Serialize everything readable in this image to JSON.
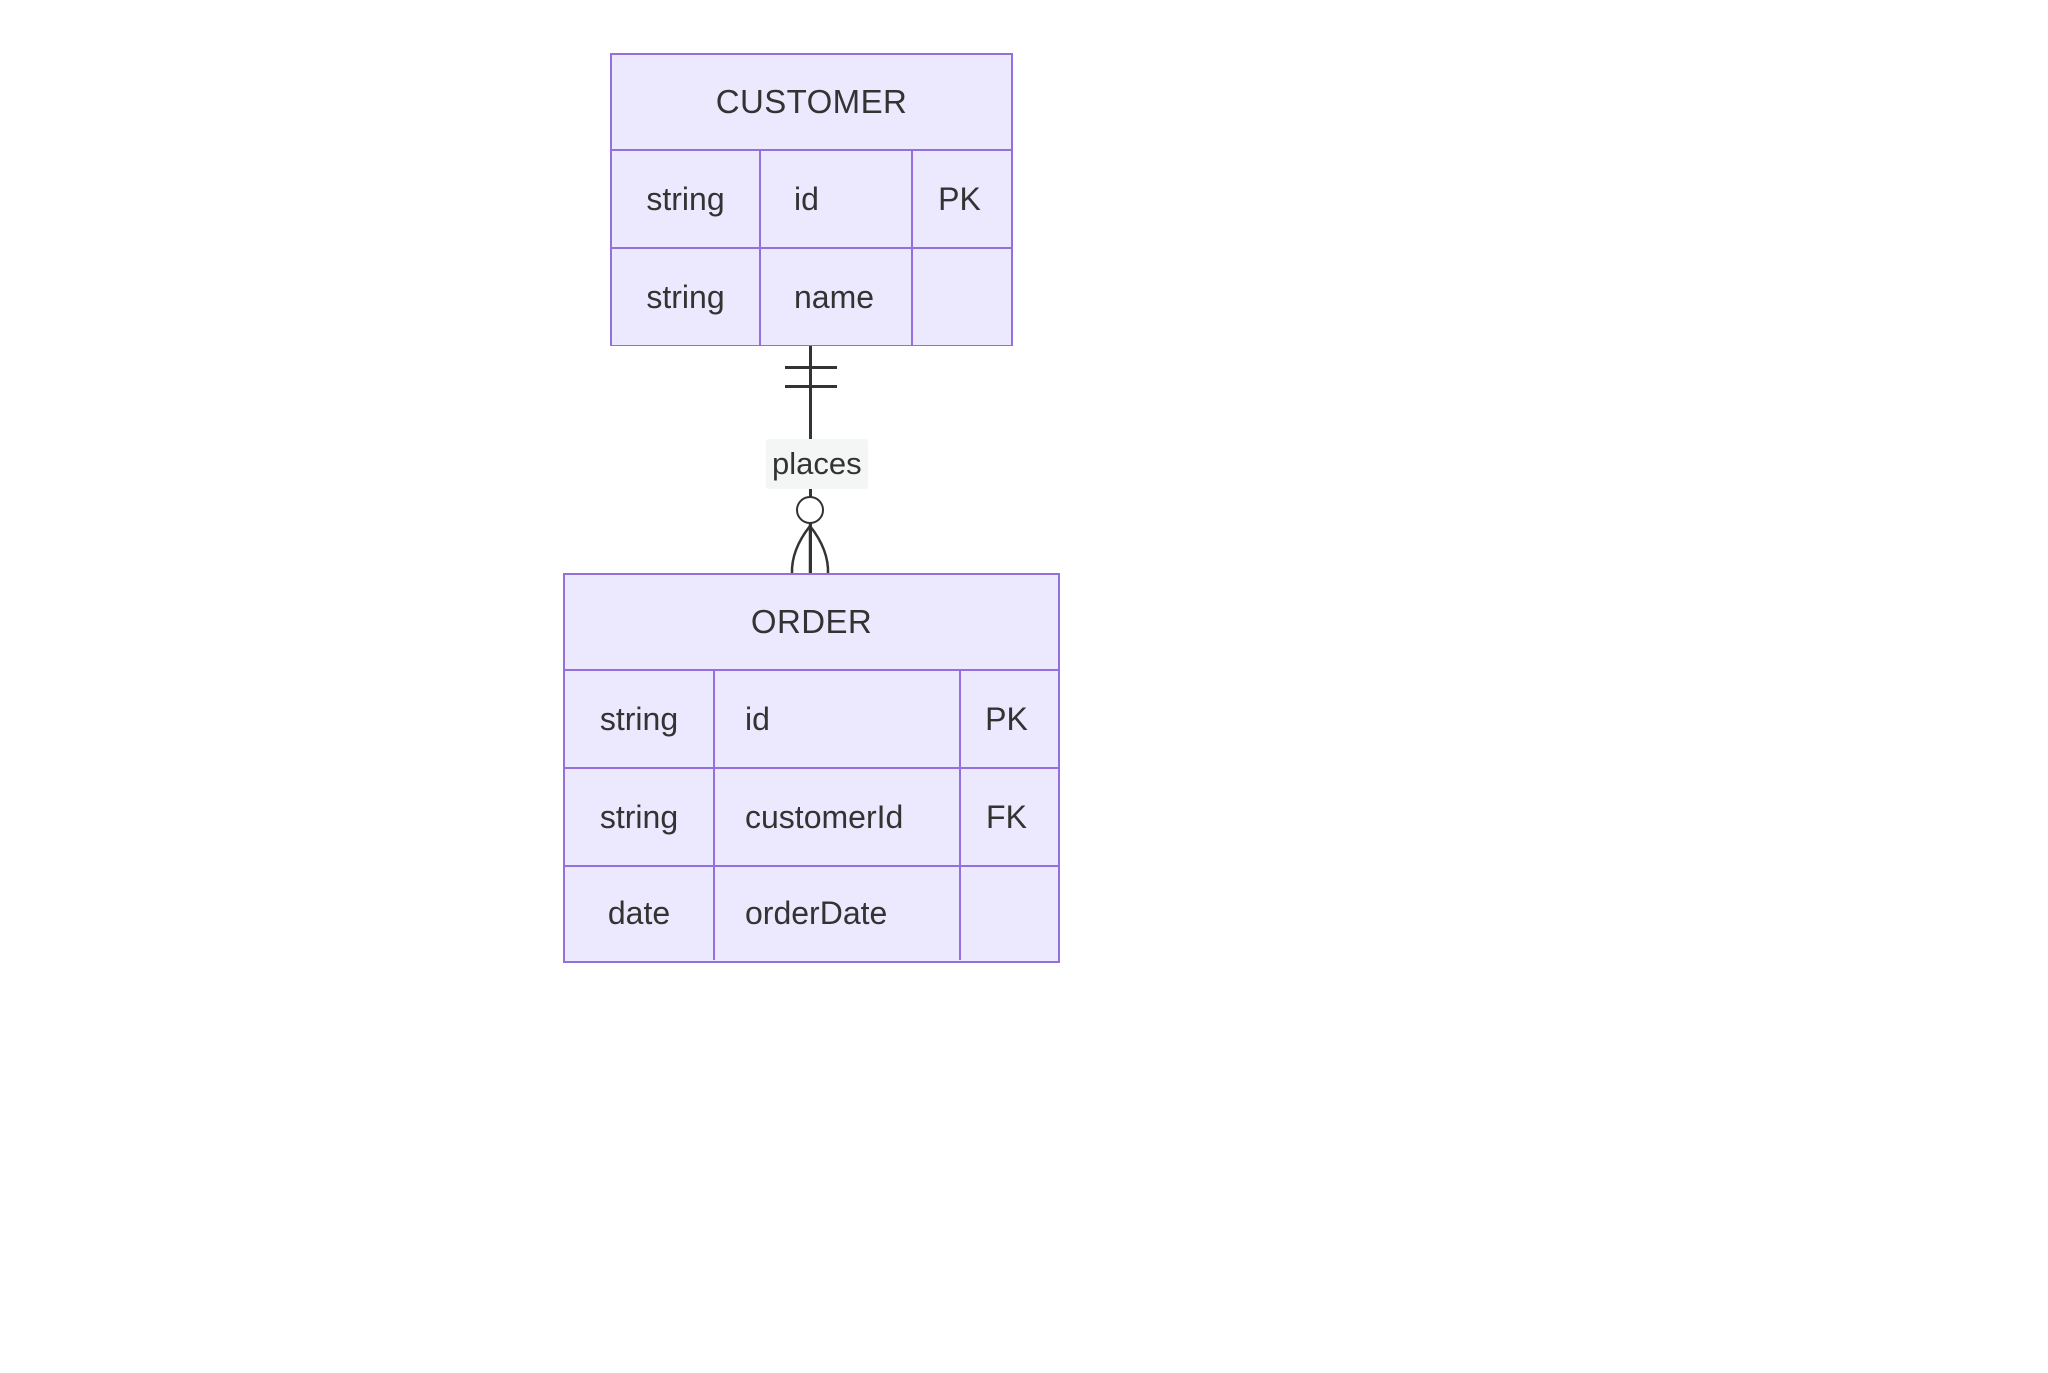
{
  "diagram": {
    "type": "entity-relationship-diagram",
    "background_color": "#FFFFFF",
    "entity_fill": "#ECE8FD",
    "entity_border": "#9370DB",
    "text_color": "#333333",
    "label_background": "#F4F5F5"
  },
  "entities": [
    {
      "name": "CUSTOMER",
      "attributes": [
        {
          "type": "string",
          "name": "id",
          "key": "PK"
        },
        {
          "type": "string",
          "name": "name",
          "key": ""
        }
      ]
    },
    {
      "name": "ORDER",
      "attributes": [
        {
          "type": "string",
          "name": "id",
          "key": "PK"
        },
        {
          "type": "string",
          "name": "customerId",
          "key": "FK"
        },
        {
          "type": "date",
          "name": "orderDate",
          "key": ""
        }
      ]
    }
  ],
  "relationship": {
    "label": "places",
    "from_entity": "CUSTOMER",
    "to_entity": "ORDER",
    "from_cardinality": "exactly-one",
    "to_cardinality": "zero-or-many",
    "notation": "crows-foot"
  }
}
